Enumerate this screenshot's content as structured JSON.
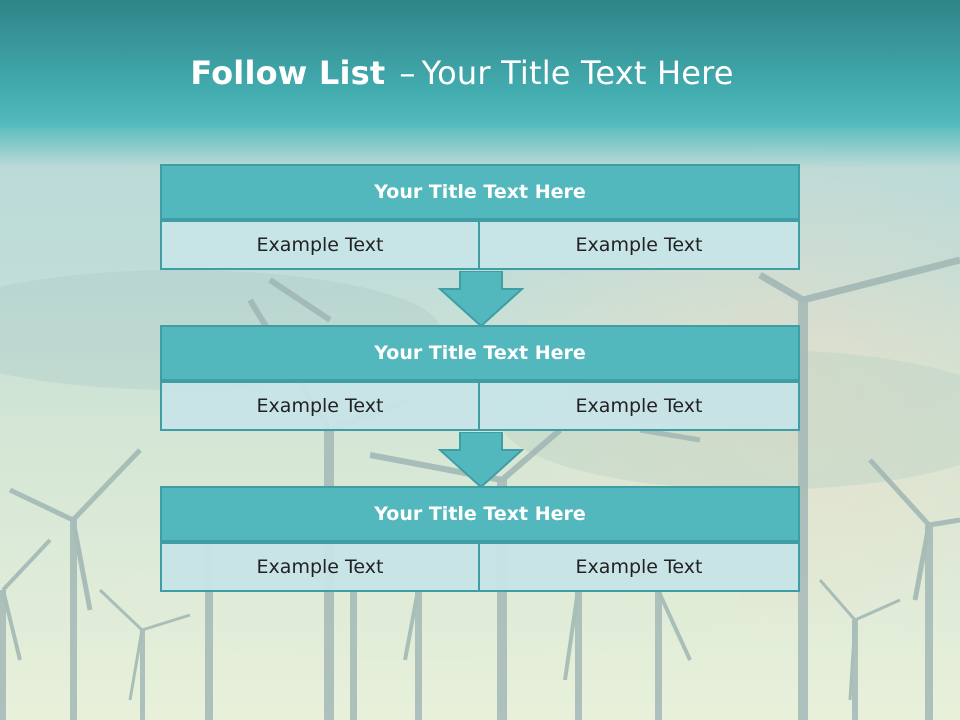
{
  "slide": {
    "title_bold": "Follow List",
    "title_separator": "–",
    "title_rest": "Your Title Text Here"
  },
  "blocks": [
    {
      "title": "Your Title Text Here",
      "left": "Example Text",
      "right": "Example Text"
    },
    {
      "title": "Your Title Text Here",
      "left": "Example Text",
      "right": "Example Text"
    },
    {
      "title": "Your Title Text Here",
      "left": "Example Text",
      "right": "Example Text"
    }
  ],
  "colors": {
    "header_teal": "#52b8bd",
    "border_teal": "#3e9ea3",
    "cell_fill": "#c7e4e7",
    "top_band": "#3f9fa3"
  },
  "icons": [
    "down-arrow-icon",
    "wind-turbine-icon"
  ]
}
